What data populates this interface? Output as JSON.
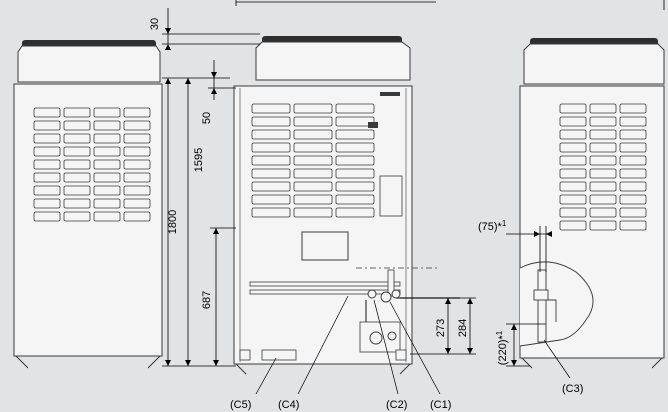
{
  "dimensions": {
    "top_clearance": "30",
    "total_height": "1800",
    "mid_height": "1595",
    "top_offset": "50",
    "lower_height": "687",
    "pipe_height_a": "273",
    "pipe_height_b": "284",
    "side_offset": "(75)*",
    "side_offset_note": "1",
    "side_pipe_height": "(220)*",
    "side_pipe_note": "1"
  },
  "callouts": {
    "c1": "(C1)",
    "c2": "(C2)",
    "c3": "(C3)",
    "c4": "(C4)",
    "c5": "(C5)"
  },
  "colors": {
    "background": "#e2e3e4",
    "cabinet_fill": "#f5f5f5",
    "cabinet_stroke": "#3a3a3a",
    "top_fan": "#2e2e2e"
  }
}
